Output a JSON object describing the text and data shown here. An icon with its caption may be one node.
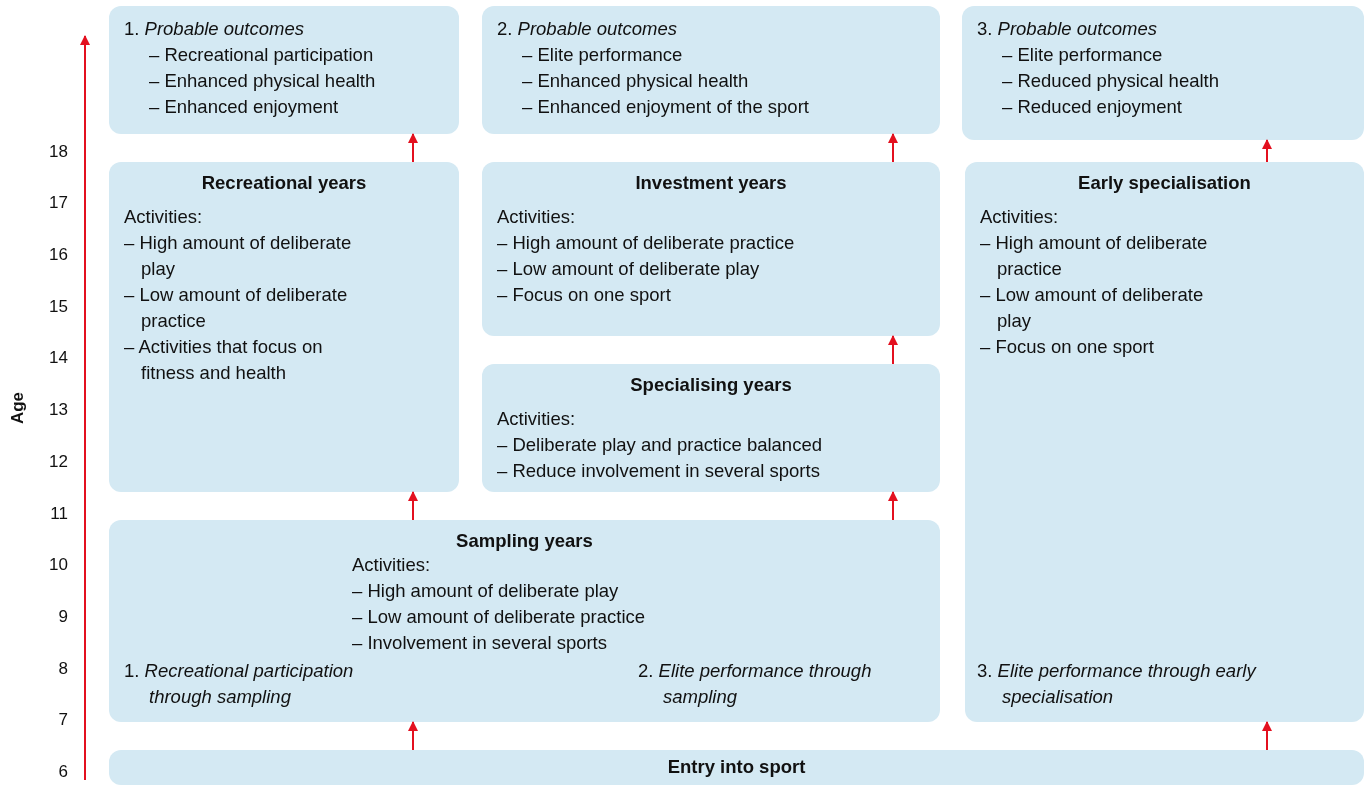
{
  "diagram": {
    "nodes": [
      {
        "text": [
          "1. *Probable outcomes*",
          "– Recreational participation",
          "– Enhanced physical health",
          "– Enhanced enjoyment"
        ]
      },
      {
        "text": [
          "2. *Probable outcomes*",
          "– Elite performance",
          "– Enhanced physical health",
          "– Enhanced enjoyment of the sport"
        ]
      },
      {
        "text": [
          "3. *Probable outcomes*",
          "– Elite performance",
          "– Reduced physical health",
          "– Reduced enjoyment"
        ]
      },
      {
        "text": [
          "Recreational years",
          "Activities:",
          "– High amount of deliberate play",
          "– Low amount of deliberate practice",
          "– Activities that focus on fitness and health"
        ]
      },
      {
        "text": [
          "Investment years",
          "Activities:",
          "– High amount of deliberate practice",
          "– Low amount of deliberate play",
          "– Focus on one sport"
        ]
      },
      {
        "text": [
          "Early specialisation",
          "Activities:",
          "– High amount of deliberate practice",
          "– Low amount of deliberate play",
          "– Focus on one sport",
          "3. *Elite performance through early specialisation*"
        ]
      },
      {
        "text": [
          "Specialising years",
          "Activities:",
          "– Deliberate play and practice balanced",
          "– Reduce involvement in several sports"
        ]
      },
      {
        "text": [
          "Sampling years",
          "Activities:",
          "– High amount of deliberate play",
          "– Low amount of deliberate practice",
          "– Involvement in several sports",
          "1. *Recreational participation through sampling*",
          "2. *Elite performance through sampling*"
        ]
      },
      {
        "text": [
          "Entry into sport"
        ]
      }
    ],
    "edges": [
      {
        "from": 8,
        "to": 7,
        "arrow": "to"
      },
      {
        "from": 8,
        "to": 5,
        "arrow": "to"
      },
      {
        "from": 7,
        "to": 3,
        "arrow": "to"
      },
      {
        "from": 7,
        "to": 6,
        "arrow": "to"
      },
      {
        "from": 6,
        "to": 4,
        "arrow": "to"
      },
      {
        "from": 3,
        "to": 0,
        "arrow": "to"
      },
      {
        "from": 4,
        "to": 1,
        "arrow": "to"
      },
      {
        "from": 5,
        "to": 2,
        "arrow": "to"
      }
    ],
    "labels": [
      "Age",
      "18",
      "17",
      "16",
      "15",
      "14",
      "13",
      "12",
      "11",
      "10",
      "9",
      "8",
      "7",
      "6"
    ]
  }
}
